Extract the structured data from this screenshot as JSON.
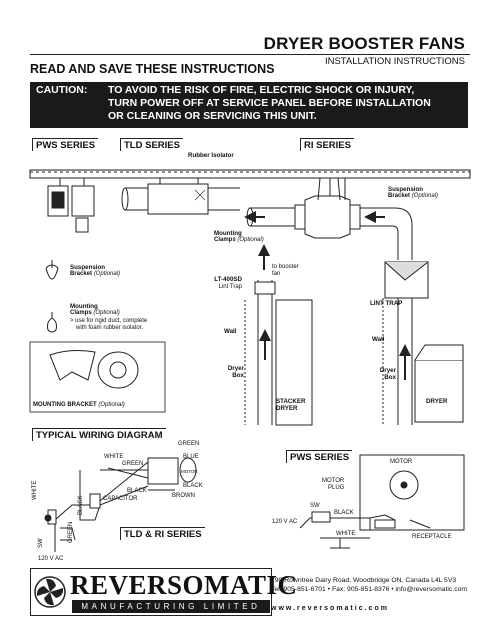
{
  "header": {
    "title": "DRYER BOOSTER FANS",
    "read_save": "READ AND SAVE THESE INSTRUCTIONS",
    "install": "INSTALLATION INSTRUCTIONS"
  },
  "caution": {
    "label": "CAUTION:",
    "line1": "TO AVOID THE RISK OF FIRE, ELECTRIC SHOCK OR INJURY,",
    "line2": "TURN POWER OFF AT SERVICE PANEL BEFORE INSTALLATION",
    "line3": "OR CLEANING OR SERVICING THIS UNIT."
  },
  "sections": {
    "pws": "PWS SERIES",
    "tld": "TLD SERIES",
    "ri": "RI SERIES",
    "wiring": "TYPICAL WIRING DIAGRAM",
    "tld_ri": "TLD & RI SERIES",
    "pws2": "PWS SERIES"
  },
  "labels": {
    "rubber_isolator": "Rubber Isolator",
    "susp_bracket": "Suspension",
    "susp_bracket2": "Bracket",
    "optional": "(Optional)",
    "mounting_clamps": "Mounting",
    "mounting_clamps2": "Clamps",
    "lt400sd": "LT-400SD",
    "lint_trap_small": "Lint Trap",
    "to_booster": "to booster",
    "fan": "fan",
    "lint_trap": "LINT TRAP",
    "wall": "Wall",
    "dryer": "Dryer",
    "box": "Box",
    "stacker": "STACKER",
    "dryer_caps": "DRYER",
    "clamp_note1": "> use for rigid duct, complete",
    "clamp_note2": "with foam rubber isolator.",
    "mounting_bracket": "MOUNTING BRACKET",
    "green": "GREEN",
    "blue": "BLUE",
    "white": "WHITE",
    "black": "BLACK",
    "brown": "BROWN",
    "capacitor": "CAPACITOR",
    "motor": "MOTOR",
    "sw": "SW",
    "v120": "120 V AC",
    "motor_plug1": "MOTOR",
    "motor_plug2": "PLUG",
    "receptacle": "RECEPTACLE"
  },
  "footer": {
    "brand": "REVERSOMATIC",
    "mfg": "MANUFACTURING LIMITED",
    "address": "790 Rowntree Dairy Road, Woodbridge ON, Canada L4L 5V3",
    "contact": "Tel: 905-851-6701 • Fax: 905-851-8376 • info@reversomatic.com",
    "web": "www.reversomatic.com"
  }
}
